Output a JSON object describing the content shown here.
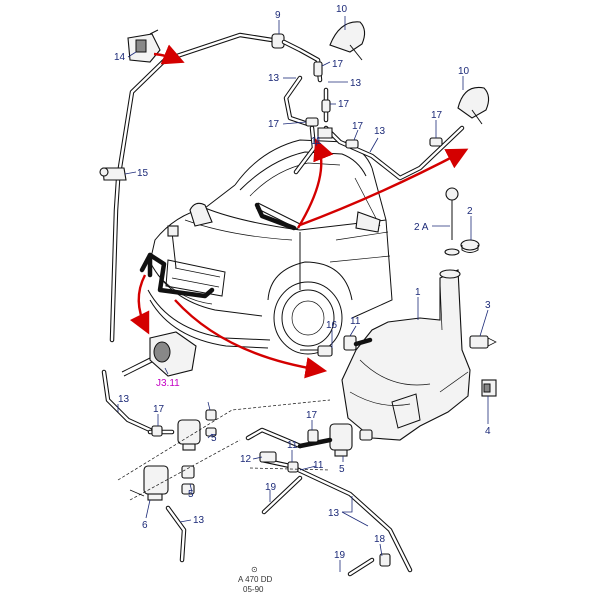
{
  "callouts": {
    "c1": "1",
    "c2": "2",
    "c2a": "2 A",
    "c3": "3",
    "c4": "4",
    "c5a": "5",
    "c5b": "5",
    "c6": "6",
    "c9": "9",
    "c10a": "10",
    "c10b": "10",
    "c11a": "11",
    "c11b": "11",
    "c12": "12",
    "c13a": "13",
    "c13b": "13",
    "c13c": "13",
    "c13d": "13",
    "c13e": "13",
    "c13f": "13",
    "c14": "14",
    "c15": "15",
    "c16": "16",
    "c17a": "17",
    "c17b": "17",
    "c17c": "17",
    "c17d": "17",
    "c17e": "17",
    "c17f": "17",
    "c17g": "17",
    "c18": "18",
    "c19a": "19",
    "c19b": "19"
  },
  "reference": "J3.11",
  "footer": {
    "mark": "⊙",
    "code": "A 470 DD",
    "date": "05-90"
  },
  "colors": {
    "callout": "#1c2a78",
    "reference": "#c400c4",
    "arrow": "#d40000"
  }
}
